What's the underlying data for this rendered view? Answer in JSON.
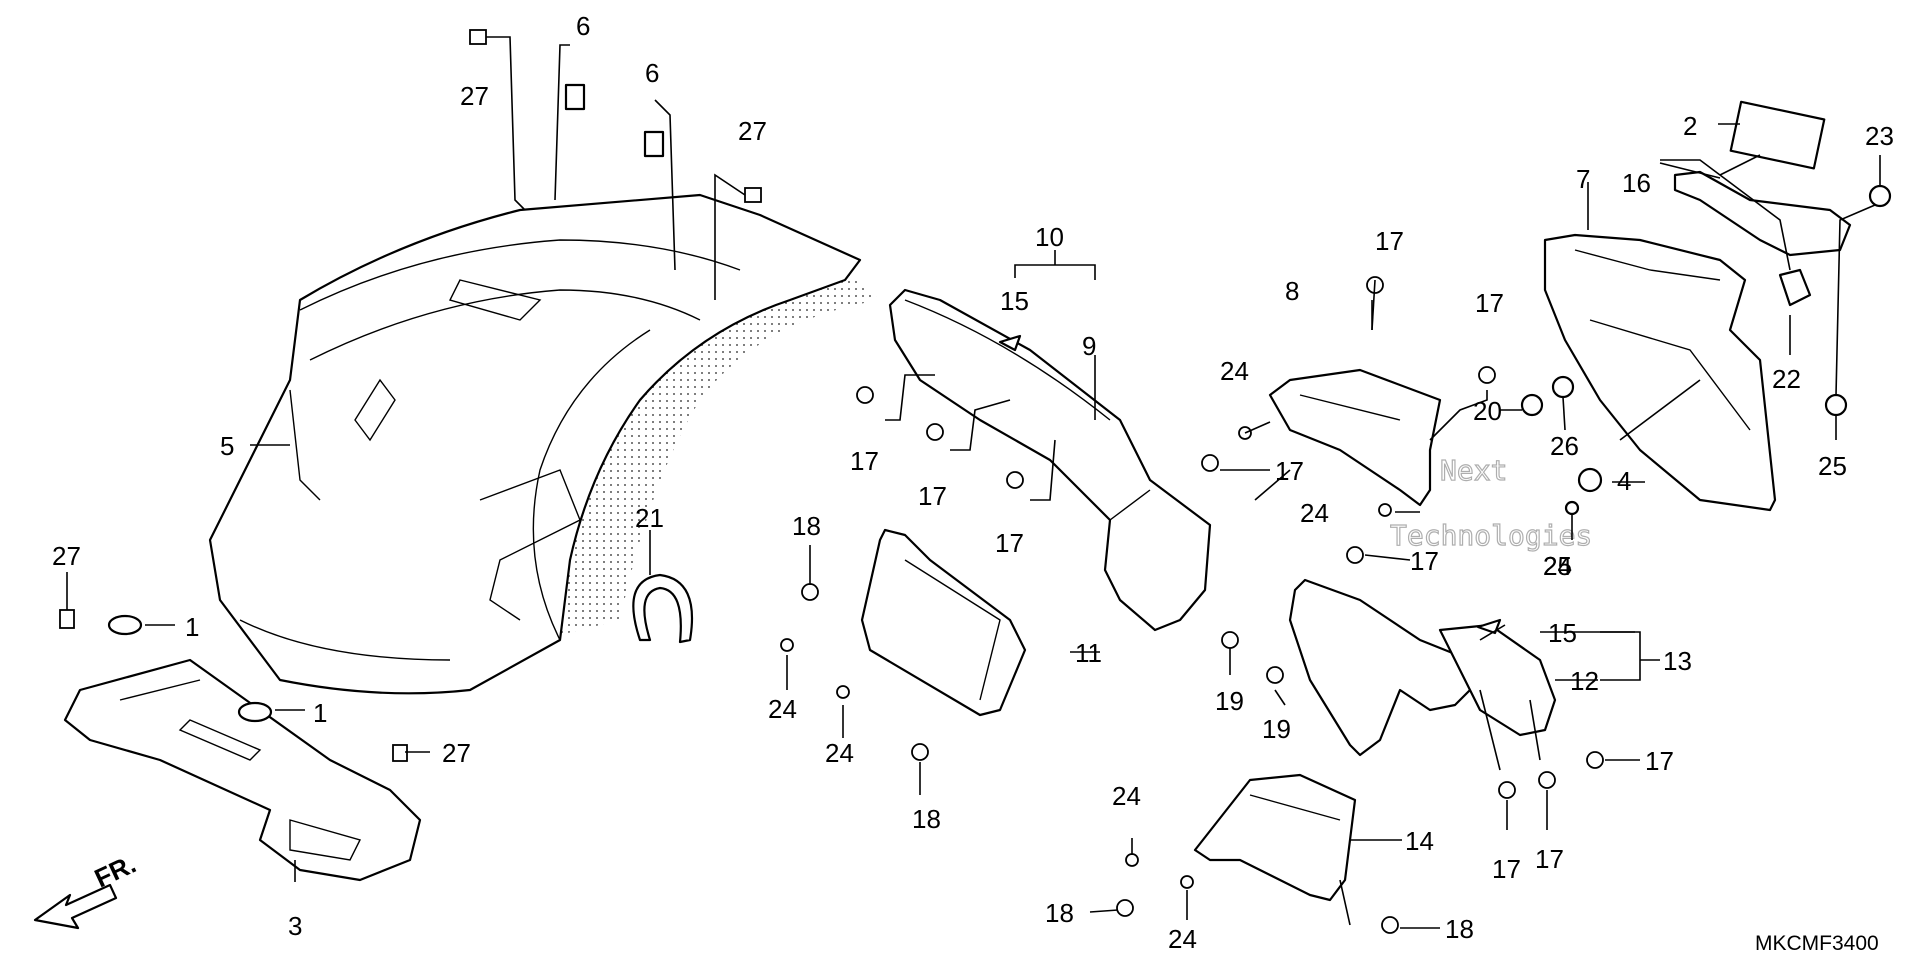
{
  "diagram": {
    "code": "MKCMF3400",
    "direction_label": "FR.",
    "watermark": [
      "Next",
      "Technologies"
    ],
    "callouts": [
      {
        "id": "c1a",
        "label": "1"
      },
      {
        "id": "c1b",
        "label": "1"
      },
      {
        "id": "c2",
        "label": "2"
      },
      {
        "id": "c3",
        "label": "3"
      },
      {
        "id": "c4",
        "label": "4"
      },
      {
        "id": "c5",
        "label": "5"
      },
      {
        "id": "c6a",
        "label": "6"
      },
      {
        "id": "c6b",
        "label": "6"
      },
      {
        "id": "c7",
        "label": "7"
      },
      {
        "id": "c8",
        "label": "8"
      },
      {
        "id": "c9",
        "label": "9"
      },
      {
        "id": "c10",
        "label": "10"
      },
      {
        "id": "c11",
        "label": "11"
      },
      {
        "id": "c12",
        "label": "12"
      },
      {
        "id": "c13",
        "label": "13"
      },
      {
        "id": "c14",
        "label": "14"
      },
      {
        "id": "c15a",
        "label": "15"
      },
      {
        "id": "c15b",
        "label": "15"
      },
      {
        "id": "c16",
        "label": "16"
      },
      {
        "id": "c17a",
        "label": "17"
      },
      {
        "id": "c17b",
        "label": "17"
      },
      {
        "id": "c17c",
        "label": "17"
      },
      {
        "id": "c17d",
        "label": "17"
      },
      {
        "id": "c17e",
        "label": "17"
      },
      {
        "id": "c17f",
        "label": "17"
      },
      {
        "id": "c17g",
        "label": "17"
      },
      {
        "id": "c17h",
        "label": "17"
      },
      {
        "id": "c17i",
        "label": "17"
      },
      {
        "id": "c17j",
        "label": "17"
      },
      {
        "id": "c18a",
        "label": "18"
      },
      {
        "id": "c18b",
        "label": "18"
      },
      {
        "id": "c18c",
        "label": "18"
      },
      {
        "id": "c18d",
        "label": "18"
      },
      {
        "id": "c19a",
        "label": "19"
      },
      {
        "id": "c19b",
        "label": "19"
      },
      {
        "id": "c20",
        "label": "20"
      },
      {
        "id": "c21",
        "label": "21"
      },
      {
        "id": "c22",
        "label": "22"
      },
      {
        "id": "c23",
        "label": "23"
      },
      {
        "id": "c24a",
        "label": "24"
      },
      {
        "id": "c24b",
        "label": "24"
      },
      {
        "id": "c24c",
        "label": "24"
      },
      {
        "id": "c24d",
        "label": "24"
      },
      {
        "id": "c24e",
        "label": "24"
      },
      {
        "id": "c24f",
        "label": "24"
      },
      {
        "id": "c24g",
        "label": "24"
      },
      {
        "id": "c25a",
        "label": "25"
      },
      {
        "id": "c25b",
        "label": "25"
      },
      {
        "id": "c26",
        "label": "26"
      },
      {
        "id": "c27a",
        "label": "27"
      },
      {
        "id": "c27b",
        "label": "27"
      },
      {
        "id": "c27c",
        "label": "27"
      },
      {
        "id": "c27d",
        "label": "27"
      }
    ]
  }
}
